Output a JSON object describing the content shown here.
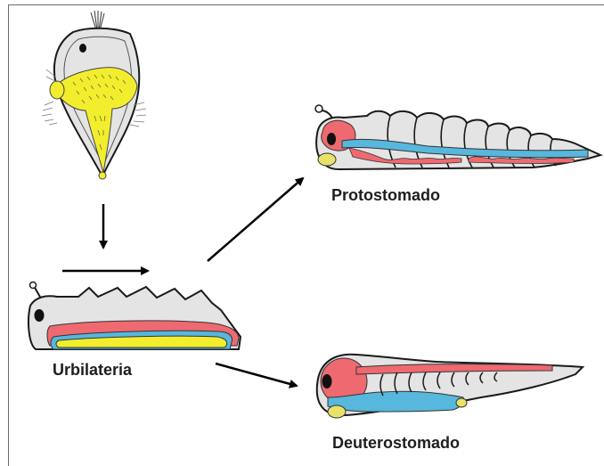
{
  "labels": {
    "protostome": "Protostomado",
    "urbilateria": "Urbilateria",
    "deuterostome": "Deuterostomado"
  },
  "colors": {
    "body_fill": "#e4e4e4",
    "outline": "#1a1a1a",
    "gut_yellow": "#f2ee2e",
    "nerve_blue": "#57b7dc",
    "mesoderm_red": "#ee6a70",
    "mouth_yellow": "#e9e26a",
    "arrow": "#000000"
  }
}
